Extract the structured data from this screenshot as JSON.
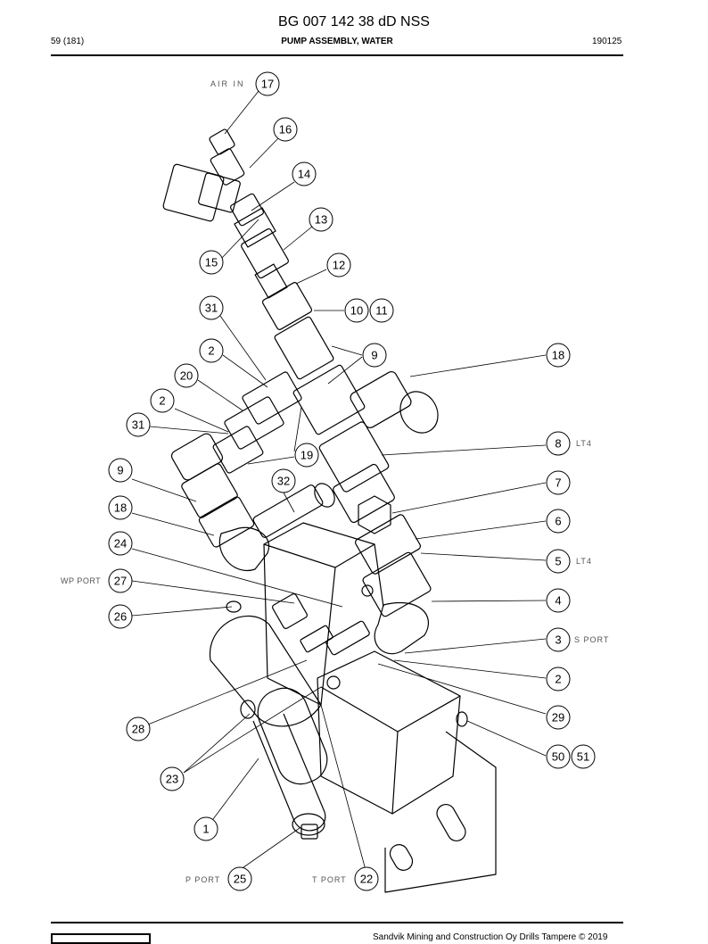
{
  "header": {
    "doc_id": "BG 007 142 38 dD NSS",
    "page": "59 (181)",
    "section_title": "PUMP ASSEMBLY, WATER",
    "date_code": "190125"
  },
  "footer": {
    "copyright": "Sandvik Mining and Construction Oy Drills Tampere © 2019"
  },
  "callouts": {
    "c1": "1",
    "c2a": "2",
    "c2b": "2",
    "c2c": "2",
    "c3": "3",
    "c4": "4",
    "c5": "5",
    "c6": "6",
    "c7": "7",
    "c8": "8",
    "c9a": "9",
    "c9b": "9",
    "c10": "10",
    "c11": "11",
    "c12": "12",
    "c13": "13",
    "c14": "14",
    "c15": "15",
    "c16": "16",
    "c17": "17",
    "c18a": "18",
    "c18b": "18",
    "c19": "19",
    "c20": "20",
    "c22": "22",
    "c23": "23",
    "c24": "24",
    "c25": "25",
    "c26": "26",
    "c27": "27",
    "c28": "28",
    "c29": "29",
    "c31a": "31",
    "c31b": "31",
    "c32": "32",
    "c50": "50",
    "c51": "51"
  },
  "port_labels": {
    "air_in": "AIR IN",
    "wp_port": "WP PORT",
    "s_port": "S PORT",
    "p_port": "P PORT",
    "t_port": "T PORT",
    "lt4_a": "LT4",
    "lt4_b": "LT4"
  }
}
